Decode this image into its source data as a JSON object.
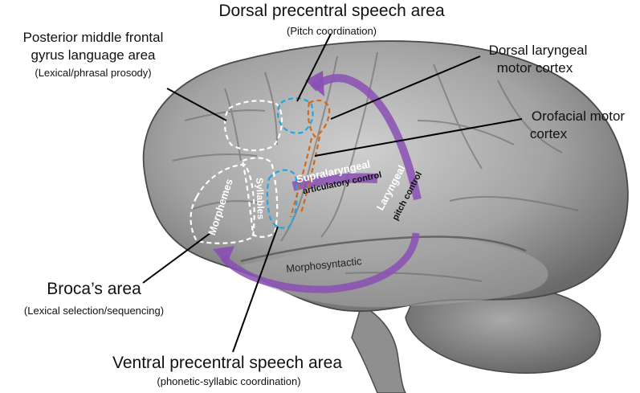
{
  "labels": {
    "dorsal_precentral": {
      "title": "Dorsal precentral speech area",
      "sub": "(Pitch coordination)"
    },
    "posterior_mfg": {
      "title_line1": "Posterior middle frontal",
      "title_line2": "gyrus language area",
      "sub": "(Lexical/phrasal prosody)"
    },
    "dorsal_laryngeal": {
      "line1": "Dorsal laryngeal",
      "line2": "motor cortex"
    },
    "orofacial": {
      "line1": "Orofacial motor",
      "line2": "cortex"
    },
    "broca": {
      "title": "Broca’s area",
      "sub": "(Lexical selection/sequencing)"
    },
    "ventral_precentral": {
      "title": "Ventral precentral speech area",
      "sub": "(phonetic-syllabic coordination)"
    }
  },
  "region_labels": {
    "morphemes": "Morphemes",
    "syllables": "Syllables"
  },
  "arrow_labels": {
    "supralaryngeal_line1": "Supralaryngeal",
    "supralaryngeal_line2": "articulatory control",
    "laryngeal_line1": "Laryngeal",
    "laryngeal_line2": "pitch control",
    "morphosyntactic": "Morphosyntactic"
  },
  "colors": {
    "brain_light": "#bdbdbd",
    "brain_dark": "#6e6e6e",
    "arrow_purple": "#8a4fb5",
    "blue_outline": "#1ea7e6",
    "orange_outline": "#d06a1a",
    "white_outline": "#ffffff"
  }
}
